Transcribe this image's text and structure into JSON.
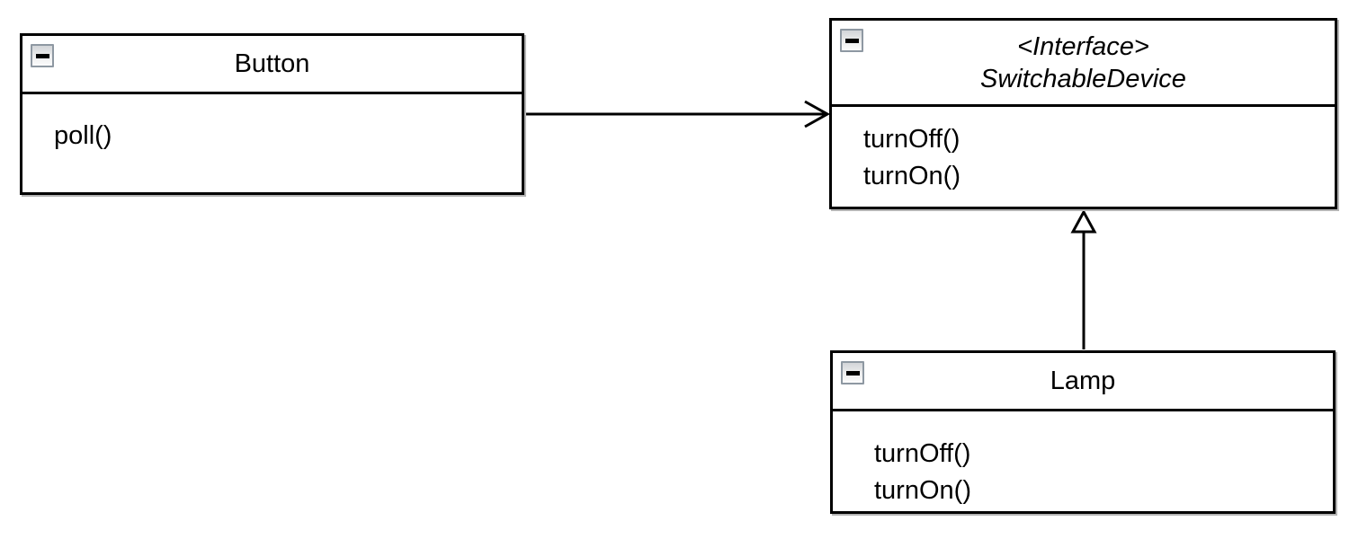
{
  "diagram": {
    "classes": [
      {
        "id": "button",
        "name": "Button",
        "stereotype": "",
        "members": [
          "poll()"
        ],
        "collapse_icon": "minus-icon"
      },
      {
        "id": "switchable-device",
        "name": "SwitchableDevice",
        "stereotype": "<Interface>",
        "members": [
          "turnOff()",
          "turnOn()"
        ],
        "collapse_icon": "minus-icon"
      },
      {
        "id": "lamp",
        "name": "Lamp",
        "stereotype": "",
        "members": [
          "turnOff()",
          "turnOn()"
        ],
        "collapse_icon": "minus-icon"
      }
    ],
    "relations": [
      {
        "type": "association",
        "from": "Button",
        "to": "SwitchableDevice",
        "arrowhead": "open-arrow"
      },
      {
        "type": "realization",
        "from": "Lamp",
        "to": "SwitchableDevice",
        "arrowhead": "hollow-triangle"
      }
    ],
    "colors": {
      "line": "#000000",
      "box_background": "#ffffff",
      "box_shadow": "#b4b4b4",
      "collapse_button_border": "#8e98a2",
      "collapse_button_fill_top": "#d2d5d8",
      "collapse_button_fill_bottom": "#fcfcfc"
    }
  }
}
